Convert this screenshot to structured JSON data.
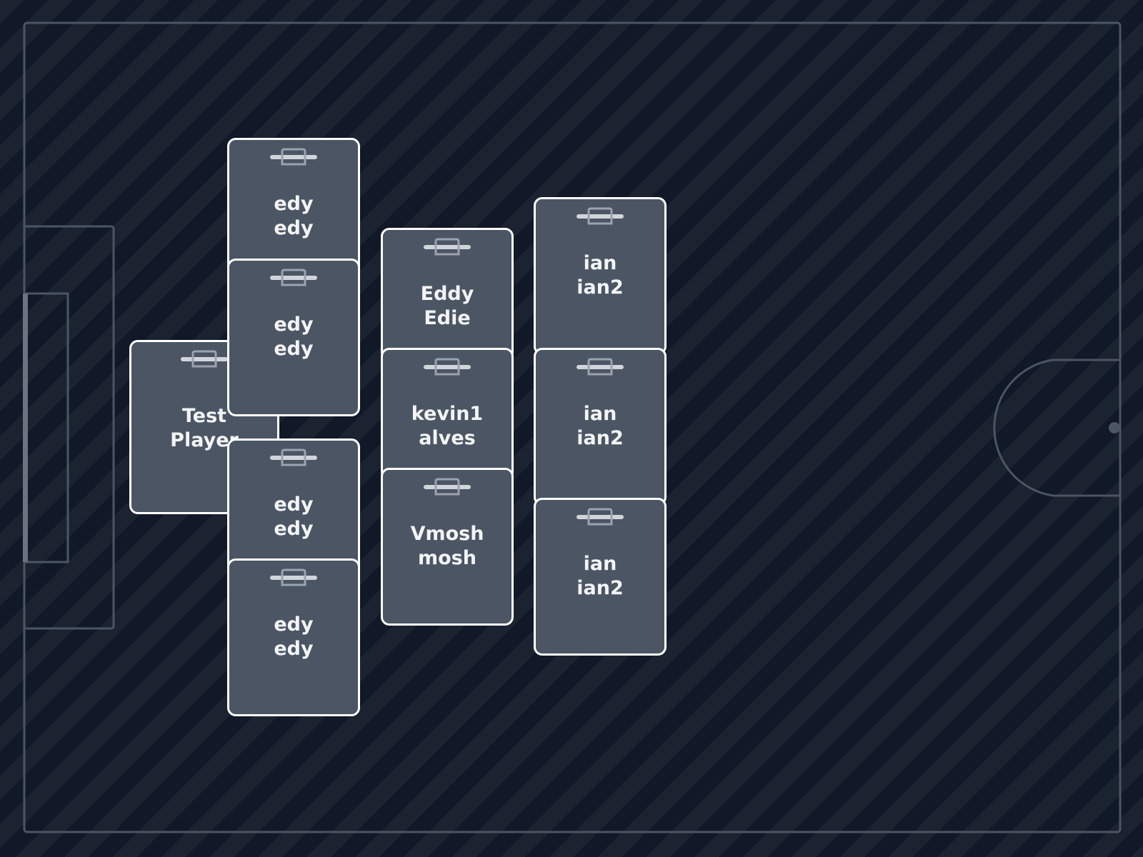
{
  "pitch": {
    "colors": {
      "background": "#111827",
      "stripe": "#1b2230",
      "line": "#4b5563",
      "card_fill": "#4b5563",
      "card_border": "#ffffff",
      "card_text": "#f3f4f6"
    },
    "clip_icon": "clipboard-clip-icon"
  },
  "cards": [
    {
      "first_name": "Test",
      "last_name": "Player"
    },
    {
      "first_name": "edy",
      "last_name": "edy"
    },
    {
      "first_name": "edy",
      "last_name": "edy"
    },
    {
      "first_name": "edy",
      "last_name": "edy"
    },
    {
      "first_name": "edy",
      "last_name": "edy"
    },
    {
      "first_name": "Eddy",
      "last_name": "Edie"
    },
    {
      "first_name": "kevin1",
      "last_name": "alves"
    },
    {
      "first_name": "Vmosh",
      "last_name": "mosh"
    },
    {
      "first_name": "ian",
      "last_name": "ian2"
    },
    {
      "first_name": "ian",
      "last_name": "ian2"
    },
    {
      "first_name": "ian",
      "last_name": "ian2"
    }
  ]
}
